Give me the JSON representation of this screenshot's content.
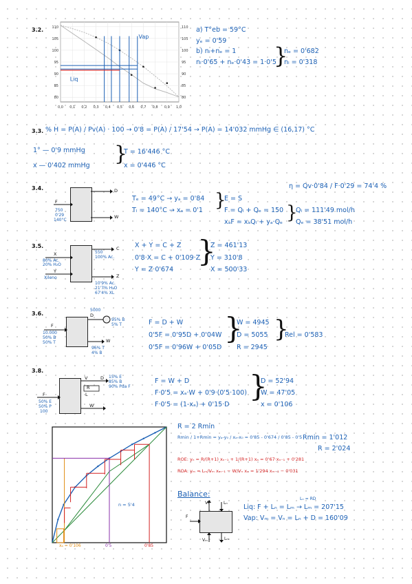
{
  "problems": {
    "p32": {
      "number": "3.2.",
      "chart_labels": {
        "vap": "Vap",
        "liq": "Liq"
      },
      "answers": [
        "a) T°eb = 59°C",
        "yₑ = 0'59",
        "b) nₗ+nₑ = 1",
        "nₗ·0'65 + nₑ·0'43 = 1·0'5"
      ],
      "results": [
        "nₑ = 0'682",
        "nₗ = 0'318"
      ]
    },
    "p33": {
      "number": "3.3.",
      "line1": "% H = P(A) / Pv(A) · 100 → 0'8 = P(A) / 17'54 → P(A) = 14'032 mmHg ∈ (16,17) °C",
      "interp": [
        "1° — 0'9 mmHg",
        "x — 0'402 mmHg"
      ],
      "results": [
        "T = 16'446 °C",
        "x = 0'446 °C"
      ]
    },
    "p34": {
      "number": "3.4.",
      "streams": {
        "F": "F",
        "D": "D",
        "W": "W",
        "feed_notes": [
          "750",
          "0'29",
          "140°C"
        ]
      },
      "eqs_left": [
        "Tₑ = 49°C → yₐ = 0'84",
        "Tₗ = 140°C → xₐ = 0'1"
      ],
      "eqs_mid": [
        "E = S",
        "F = Qₗ + Qₑ = 150",
        "xₐF = xₐQₗ + yₐ·Qₑ"
      ],
      "eff": "η = Qv·0'84 / F·0'29 = 74'4 %",
      "results": [
        "Qₗ = 111'49 mol/h",
        "Qₑ = 38'51 mol/h"
      ]
    },
    "p35": {
      "number": "3.5.",
      "streams": {
        "X": "X",
        "Y": "Y",
        "C": "C",
        "Z": "Z"
      },
      "x_notes": [
        "80% Ac.",
        "20% H₂O"
      ],
      "y_notes": [
        "Xileno"
      ],
      "c_notes": [
        "550",
        "100% Ac."
      ],
      "z_notes": [
        "10'9% Ac.",
        "21'7% H₂O",
        "67'4% XL"
      ],
      "eqs": [
        "X + Y = C + Z",
        "0'8·X = C + 0'109·Z",
        "Y = Z·0'674"
      ],
      "results": [
        "Z = 461'13",
        "Y = 310'8",
        "X = 500'33"
      ]
    },
    "p36": {
      "number": "3.6.",
      "streams": {
        "F": "F",
        "D": "D",
        "W": "W"
      },
      "f_notes": [
        "10.000",
        "50% B",
        "50% T"
      ],
      "d_notes": [
        "5000",
        "95% B",
        "5% T"
      ],
      "w_notes": [
        "96% T",
        "4% B"
      ],
      "eqs": [
        "F = D + W",
        "0'5F = 0'95D + 0'04W",
        "0'5F = 0'96W + 0'05D"
      ],
      "results": [
        "W = 4945",
        "D = 5055",
        "R = 2945"
      ],
      "extra": "Rel = 0'583"
    },
    "p38": {
      "number": "3.8.",
      "streams": {
        "F": "F",
        "V": "V",
        "R": "R",
        "D": "D",
        "L": "L",
        "W": "W"
      },
      "f_notes": [
        "50% E",
        "50% P",
        "100"
      ],
      "d_notes": [
        "15% E",
        "85% B",
        "90% Pda F"
      ],
      "eqs": [
        "F = W + D",
        "F·0'5 = xₐ·W + 0'9·(0'5·100)",
        "F·0'5 = (1-xₐ) + 0'15·D"
      ],
      "results": [
        "D = 52'94",
        "W = 47'05",
        "x = 0'106"
      ],
      "mccabe": {
        "n_label": "n = 5'4",
        "x_labels": [
          "xₐ = 0'106",
          "0'5",
          "0'85"
        ]
      },
      "rmin": [
        "R = 2 Rmin",
        "Rmin / 1+Rmin = yₐ-y₀ / xₐ-x₀ = 0'85 - 0'674 / 0'85 - 0'5",
        "Rmin = 1'012",
        "R = 2'024"
      ],
      "roe": "ROE: yₙ = R/(R+1) xₙ₋₁ + 1/(R+1) xₐ = 0'67·xₙ₋₁ + 0'281",
      "roa": "ROA: yₘ = Lₘ/Vₘ xₘ₋₁ − W/Vₙ xₒ = 1'294 xₘ₋₁ − 0'031",
      "balance_title": "Balance:",
      "balance_labels": {
        "vn": "Vₙ",
        "ln": "Lₙ",
        "f": "F",
        "vm": "Vₘ",
        "lm": "Lₘ"
      },
      "liq": "Liq: F + Lₙ = Lₘ → Lₘ = 207'15",
      "liq_over": "Lₙ = RD",
      "vap": "Vap: Vₘ = Vₙ = Lₙ + D = 160'09"
    }
  },
  "chart_data": [
    {
      "type": "line",
      "title": "",
      "xlabel": "",
      "ylabel": "",
      "xlim": [
        0,
        1
      ],
      "ylim": [
        78,
        112
      ],
      "x_ticks": [
        "0,0",
        "0,1",
        "0,2",
        "0,3",
        "0,4",
        "0,5",
        "0,6",
        "0,7",
        "0,8",
        "0,9",
        "1,0"
      ],
      "y_ticks": [
        "110",
        "105",
        "100",
        "95",
        "90",
        "85",
        "80"
      ],
      "grid": true,
      "series": [
        {
          "name": "",
          "x": [
            0.0,
            0.1,
            0.2,
            0.3,
            0.4,
            0.5,
            0.6,
            0.7,
            0.8,
            0.9,
            1.0
          ],
          "y": [
            110.6,
            107.2,
            103.8,
            100.3,
            96.8,
            93.0,
            89.6,
            86.0,
            83.6,
            82.0,
            80.1
          ]
        },
        {
          "name": "",
          "x": [
            0.0,
            0.1,
            0.2,
            0.3,
            0.4,
            0.5,
            0.6,
            0.7,
            0.8,
            0.9,
            1.0
          ],
          "y": [
            110.6,
            109.2,
            107.6,
            105.5,
            103.0,
            100.0,
            96.6,
            93.0,
            89.0,
            84.8,
            80.1
          ]
        }
      ],
      "markers": [
        {
          "x": 0.3,
          "y": 105.5
        },
        {
          "x": 0.5,
          "y": 100.0
        },
        {
          "x": 0.7,
          "y": 93.0
        },
        {
          "x": 0.9,
          "y": 86.0
        },
        {
          "x": 0.6,
          "y": 89.5
        },
        {
          "x": 0.8,
          "y": 84.0
        }
      ],
      "annotations": {
        "blue_vertical_x": [
          0.37,
          0.43,
          0.5,
          0.58,
          0.65
        ],
        "red_y": 91.5,
        "blue_y": [
          93.5,
          92.0
        ]
      }
    },
    {
      "type": "line",
      "title": "",
      "xlabel": "",
      "ylabel": "",
      "xlim": [
        0,
        1
      ],
      "ylim": [
        0,
        1
      ],
      "series": [
        {
          "name": "",
          "x": [
            0,
            0.05,
            0.1,
            0.2,
            0.3,
            0.4,
            0.5,
            0.6,
            0.7,
            0.8,
            0.9,
            1.0
          ],
          "y": [
            0,
            0.2,
            0.33,
            0.48,
            0.58,
            0.66,
            0.73,
            0.79,
            0.85,
            0.9,
            0.95,
            1.0
          ]
        },
        {
          "name": "",
          "x": [
            0,
            1
          ],
          "y": [
            0,
            1
          ]
        },
        {
          "name": "",
          "x": [
            0.106,
            0.5,
            0.85
          ],
          "y": [
            0.106,
            0.616,
            0.85
          ]
        }
      ],
      "vertical_marks": [
        0.106,
        0.5,
        0.85
      ]
    }
  ]
}
